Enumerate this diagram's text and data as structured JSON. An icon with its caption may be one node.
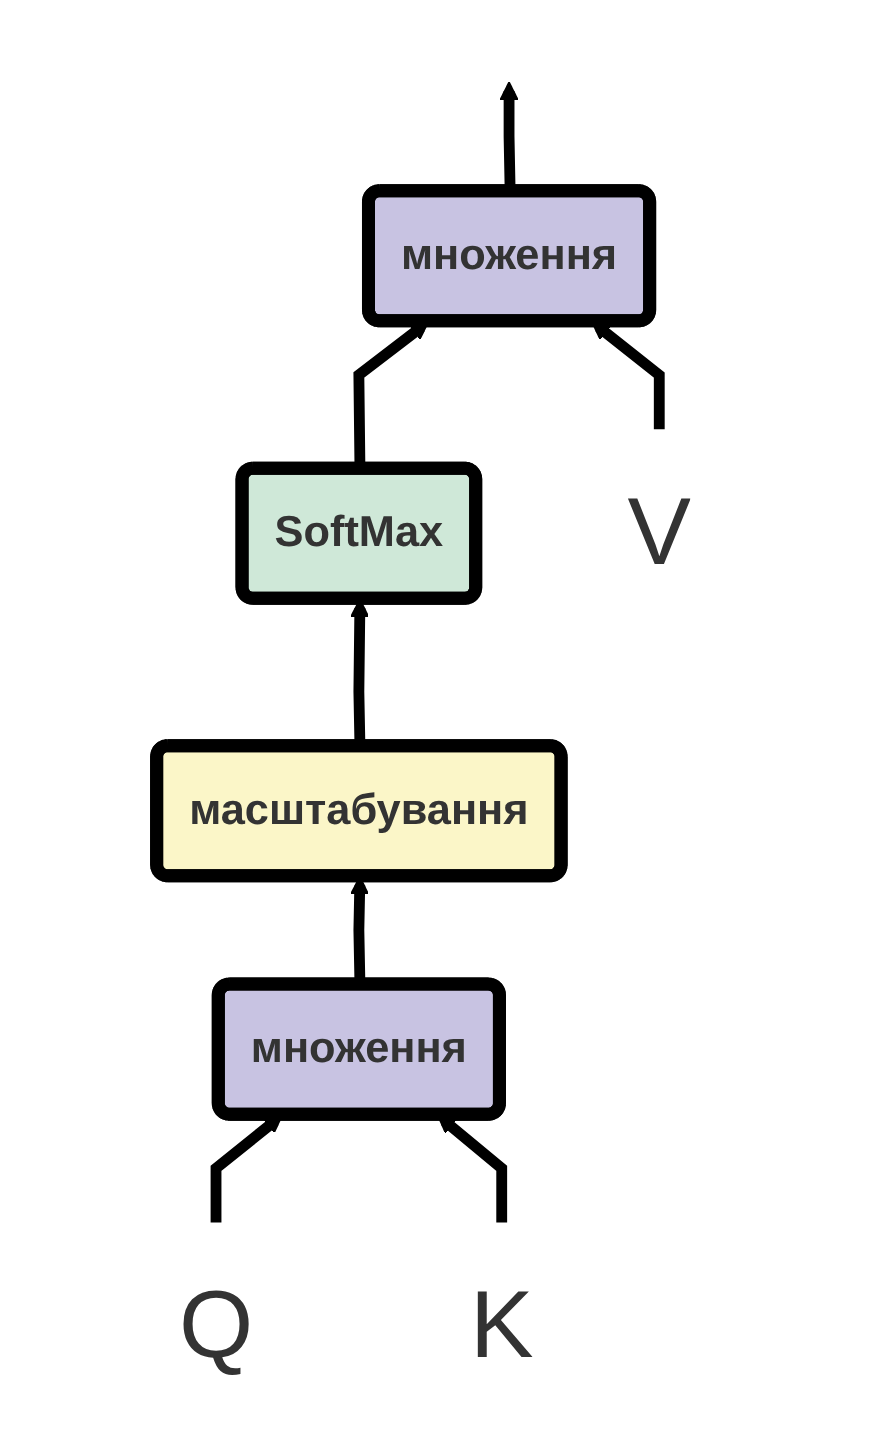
{
  "diagram": {
    "nodes": [
      {
        "text": [
          "множення"
        ]
      },
      {
        "text": [
          "SoftMax"
        ]
      },
      {
        "text": [
          "масштабування"
        ]
      },
      {
        "text": [
          "множення"
        ]
      },
      {
        "text": [
          "Q"
        ]
      },
      {
        "text": [
          "K"
        ]
      },
      {
        "text": [
          "V"
        ]
      }
    ],
    "edges": [
      {
        "from": 0,
        "to": null,
        "arrow": "to"
      },
      {
        "from": 1,
        "to": 0,
        "arrow": "to"
      },
      {
        "from": 2,
        "to": 1,
        "arrow": "to"
      },
      {
        "from": 3,
        "to": 2,
        "arrow": "to"
      },
      {
        "from": 4,
        "to": 3,
        "arrow": "to"
      },
      {
        "from": 5,
        "to": 3,
        "arrow": "to"
      },
      {
        "from": 6,
        "to": 0,
        "arrow": "to"
      }
    ]
  }
}
